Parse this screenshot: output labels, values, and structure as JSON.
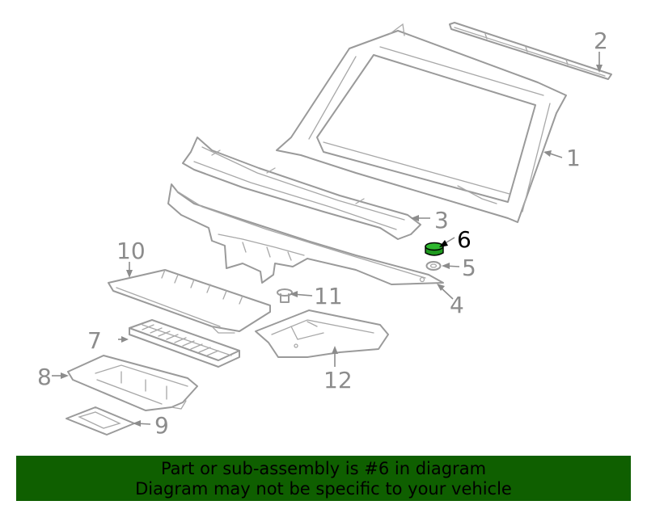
{
  "callouts": [
    {
      "number": "1",
      "highlighted": false
    },
    {
      "number": "2",
      "highlighted": false
    },
    {
      "number": "3",
      "highlighted": false
    },
    {
      "number": "4",
      "highlighted": false
    },
    {
      "number": "5",
      "highlighted": false
    },
    {
      "number": "6",
      "highlighted": true
    },
    {
      "number": "7",
      "highlighted": false
    },
    {
      "number": "8",
      "highlighted": false
    },
    {
      "number": "9",
      "highlighted": false
    },
    {
      "number": "10",
      "highlighted": false
    },
    {
      "number": "11",
      "highlighted": false
    },
    {
      "number": "12",
      "highlighted": false
    }
  ],
  "banner": {
    "line1": "Part or sub-assembly is #6 in diagram",
    "line2": "Diagram may not be specific to your vehicle"
  },
  "colors": {
    "banner_background": "#0f5f00",
    "highlight_part": "#1f9a1f",
    "line_art": "#9a9a9a"
  }
}
